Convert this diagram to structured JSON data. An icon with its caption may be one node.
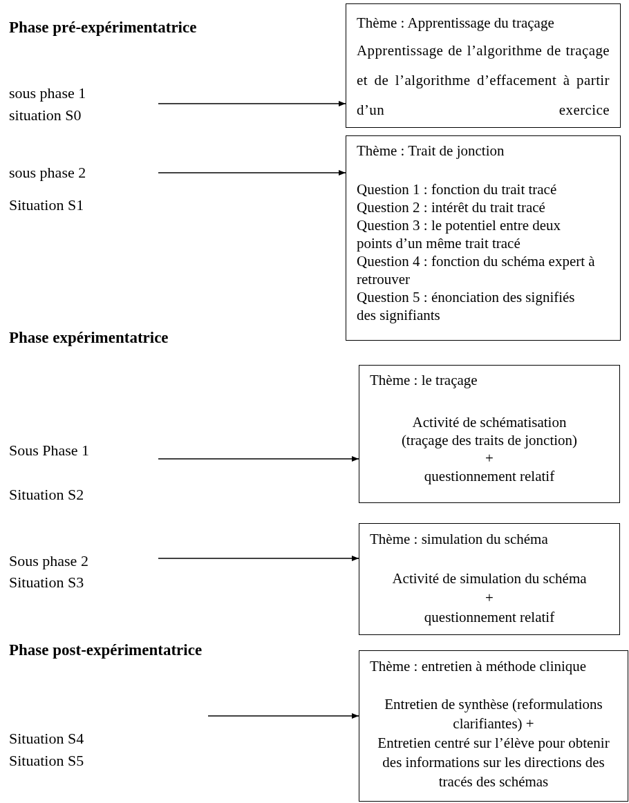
{
  "diagram": {
    "nodes": [
      {
        "text": [
          "sous phase 1",
          "situation S0"
        ]
      },
      {
        "text": [
          "Thème : Apprentissage du traçage",
          "Apprentissage de l’algorithme de traçage et de l’algorithme d’effacement à partir d’un exercice"
        ]
      },
      {
        "text": [
          "sous phase 2",
          "Situation S1"
        ]
      },
      {
        "text": [
          "Thème : Trait de jonction",
          "Question 1 : fonction du trait tracé",
          "Question 2 : intérêt du trait tracé",
          "Question 3 : le potentiel entre deux points d’un même trait tracé",
          "Question 4 : fonction du schéma expert à retrouver",
          "Question 5 : énonciation des signifiés des signifiants"
        ]
      },
      {
        "text": [
          "Sous Phase 1",
          "Situation S2"
        ]
      },
      {
        "text": [
          "Thème : le traçage",
          "Activité de schématisation",
          "(traçage des traits de jonction)",
          "+",
          "questionnement relatif"
        ]
      },
      {
        "text": [
          "Sous phase 2",
          "Situation S3"
        ]
      },
      {
        "text": [
          "Thème : simulation du schéma",
          "Activité de simulation du schéma",
          "+",
          "questionnement relatif"
        ]
      },
      {
        "text": [
          "Situation S4",
          "Situation S5"
        ]
      },
      {
        "text": [
          "Thème : entretien à méthode clinique",
          "Entretien de synthèse (reformulations clarifiantes) +",
          "Entretien centré sur l’élève pour obtenir des informations sur les directions des tracés des schémas"
        ]
      }
    ],
    "edges": [
      {
        "from": null,
        "to": 1,
        "arrow": "to"
      },
      {
        "from": null,
        "to": 3,
        "arrow": "to"
      },
      {
        "from": null,
        "to": 5,
        "arrow": "to"
      },
      {
        "from": null,
        "to": 7,
        "arrow": "to"
      },
      {
        "from": null,
        "to": 9,
        "arrow": "to"
      }
    ],
    "labels": [
      "Phase pré-expérimentatrice",
      "Phase expérimentatrice",
      "Phase post-expérimentatrice"
    ]
  }
}
